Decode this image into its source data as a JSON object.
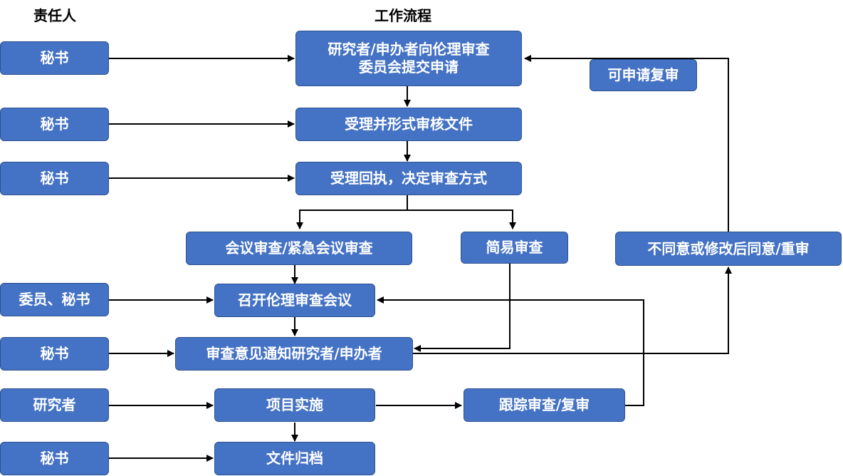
{
  "headers": {
    "responsible": "责任人",
    "workflow": "工作流程"
  },
  "colors": {
    "box_fill": "#4472C4",
    "box_border": "#2F528F",
    "connector": "#000000"
  },
  "people": [
    {
      "label": "秘书"
    },
    {
      "label": "秘书"
    },
    {
      "label": "秘书"
    },
    {
      "label": "委员、秘书"
    },
    {
      "label": "秘书"
    },
    {
      "label": "研究者"
    },
    {
      "label": "秘书"
    }
  ],
  "steps": [
    {
      "lines": [
        "研究者/申办者向伦理审查",
        "委员会提交申请"
      ]
    },
    {
      "label": "受理并形式审核文件"
    },
    {
      "label": "受理回执，决定审查方式"
    },
    {
      "label": "会议审查/紧急会议审查"
    },
    {
      "label": "召开伦理审查会议"
    },
    {
      "label": "审查意见通知研究者/申办者"
    },
    {
      "label": "项目实施"
    },
    {
      "label": "文件归档"
    }
  ],
  "side": {
    "simple_review": "简易审查",
    "follow_up": "跟踪审查/复审",
    "disagree": "不同意或修改后同意/重审",
    "appeal": "可申请复审"
  }
}
